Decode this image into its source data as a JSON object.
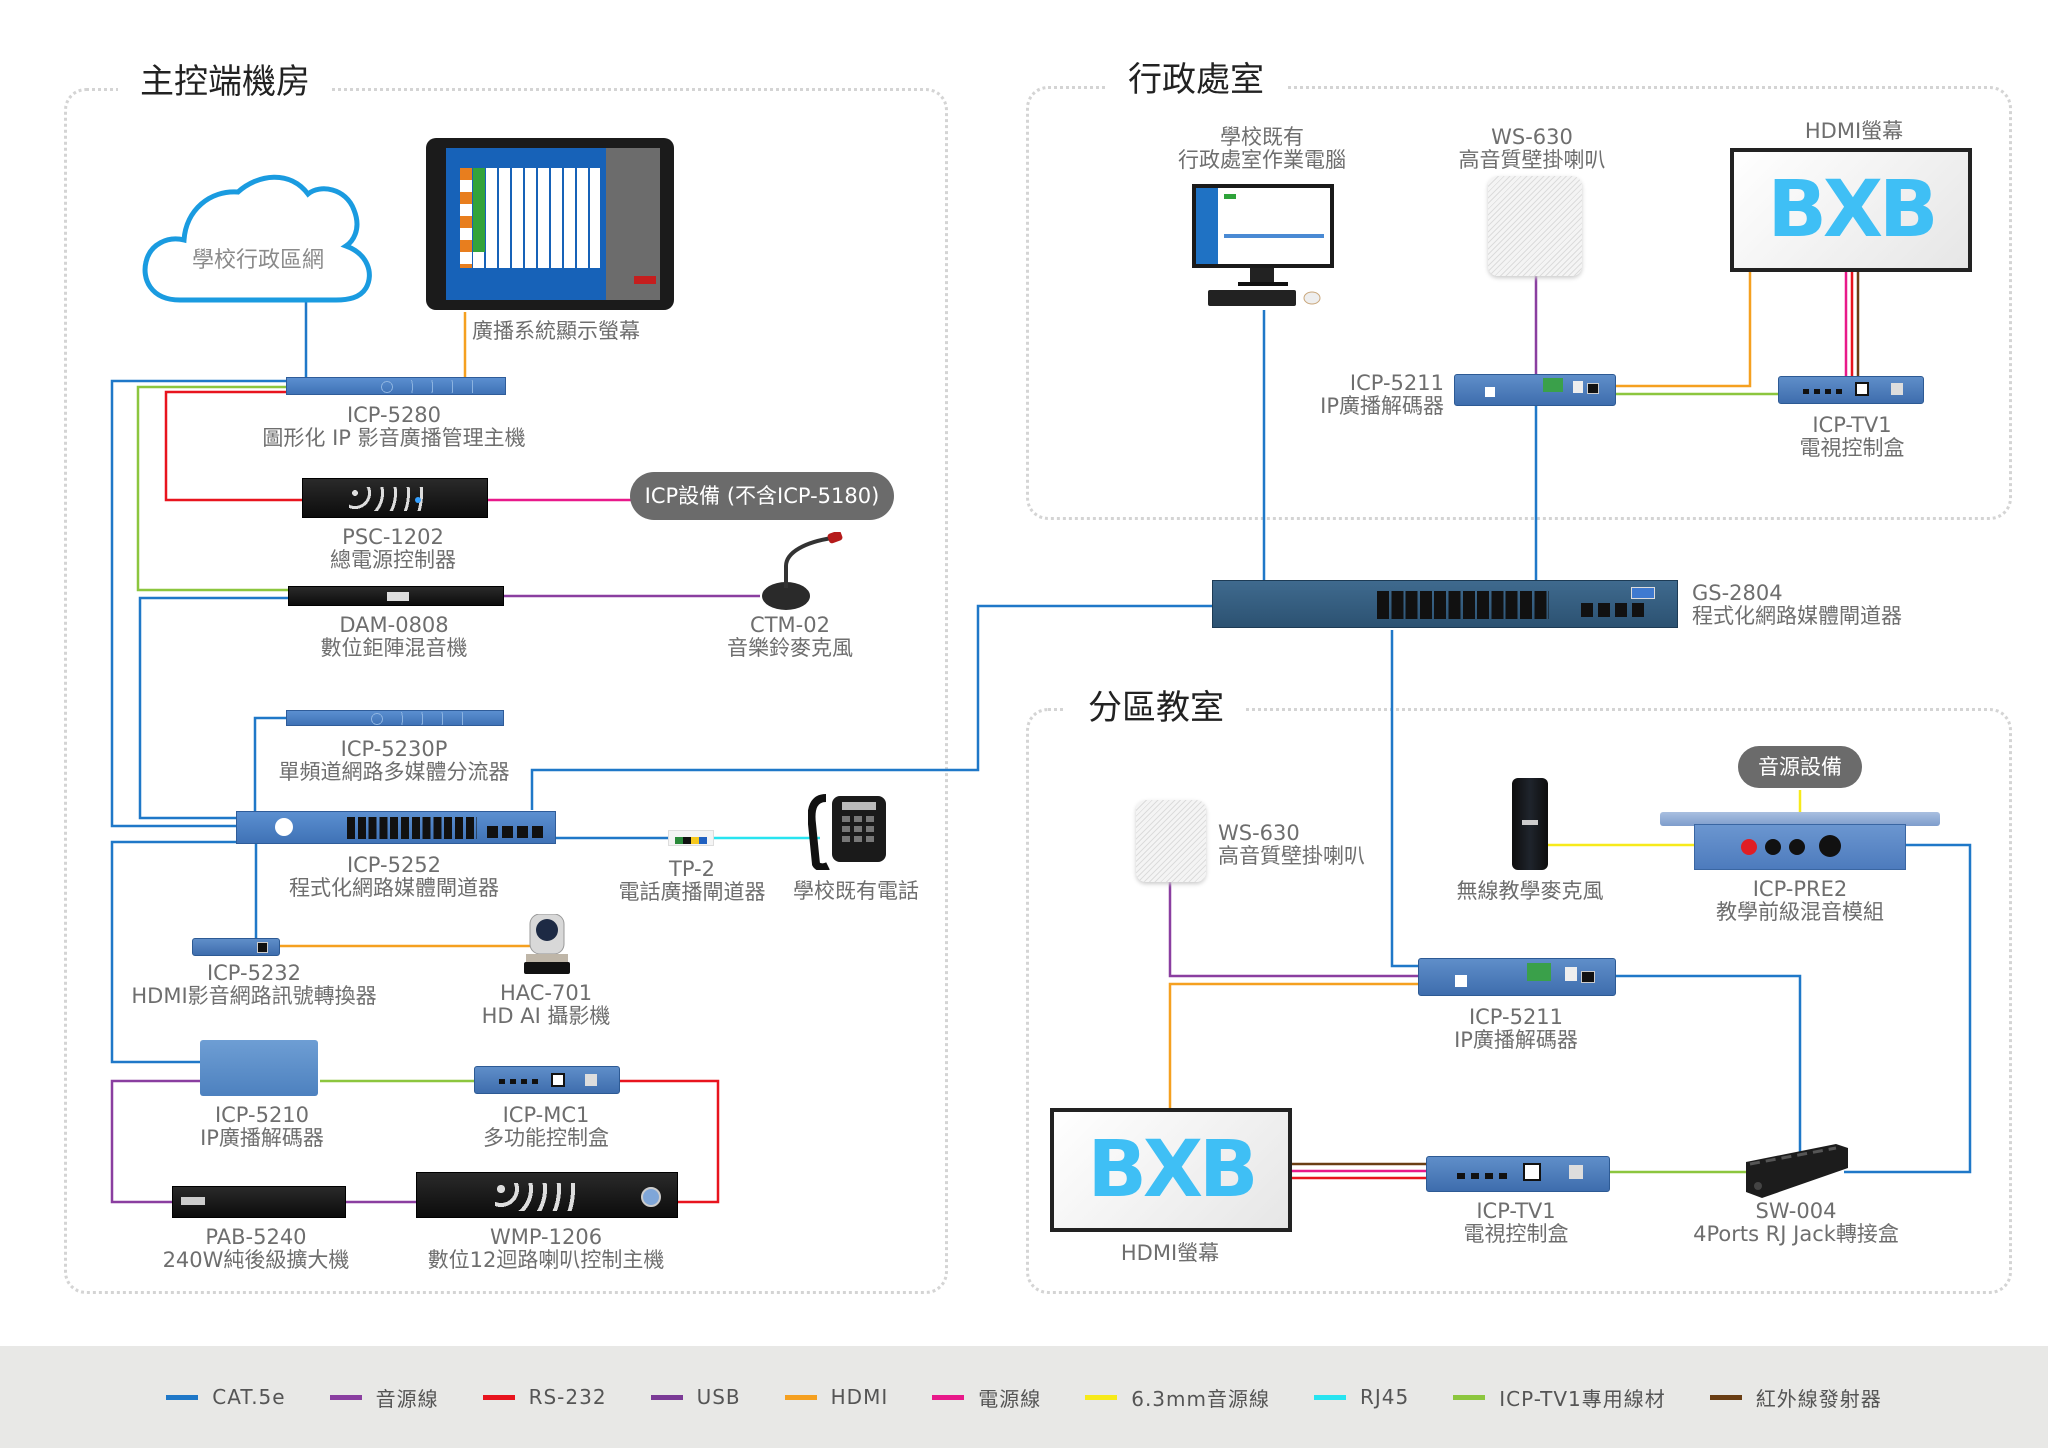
{
  "zones": {
    "control_room": {
      "title": "主控端機房"
    },
    "admin_office": {
      "title": "行政處室"
    },
    "classroom": {
      "title": "分區教室"
    }
  },
  "control_room": {
    "cloud": {
      "label": "學校行政區網"
    },
    "display": {
      "label": "廣播系統顯示螢幕"
    },
    "icp5280": {
      "model": "ICP-5280",
      "desc": "圖形化 IP 影音廣播管理主機"
    },
    "psc1202": {
      "model": "PSC-1202",
      "desc": "總電源控制器"
    },
    "icp_equipment": {
      "label": "ICP設備 (不含ICP-5180)"
    },
    "dam0808": {
      "model": "DAM-0808",
      "desc": "數位鉅陣混音機"
    },
    "ctm02": {
      "model": "CTM-02",
      "desc": "音樂鈴麥克風"
    },
    "icp5230p": {
      "model": "ICP-5230P",
      "desc": "單頻道網路多媒體分流器"
    },
    "icp5252": {
      "model": "ICP-5252",
      "desc": "程式化網路媒體閘道器"
    },
    "tp2": {
      "model": "TP-2",
      "desc": "電話廣播閘道器"
    },
    "phone": {
      "label": "學校既有電話"
    },
    "icp5232": {
      "model": "ICP-5232",
      "desc": "HDMI影音網路訊號轉換器"
    },
    "hac701": {
      "model": "HAC-701",
      "desc": "HD AI 攝影機"
    },
    "icp5210": {
      "model": "ICP-5210",
      "desc": "IP廣播解碼器"
    },
    "icpmc1": {
      "model": "ICP-MC1",
      "desc": "多功能控制盒"
    },
    "pab5240": {
      "model": "PAB-5240",
      "desc": "240W純後級擴大機"
    },
    "wmp1206": {
      "model": "WMP-1206",
      "desc": "數位12迴路喇叭控制主機"
    }
  },
  "admin_office": {
    "pc": {
      "line1": "學校既有",
      "line2": "行政處室作業電腦"
    },
    "ws630": {
      "model": "WS-630",
      "desc": "高音質壁掛喇叭"
    },
    "hdmi_screen": {
      "label": "HDMI螢幕",
      "logo": "BXB"
    },
    "icp5211": {
      "model": "ICP-5211",
      "desc": "IP廣播解碼器"
    },
    "icptv1": {
      "model": "ICP-TV1",
      "desc": "電視控制盒"
    }
  },
  "core": {
    "gs2804": {
      "model": "GS-2804",
      "desc": "程式化網路媒體閘道器"
    }
  },
  "classroom": {
    "ws630": {
      "model": "WS-630",
      "desc": "高音質壁掛喇叭"
    },
    "wireless_mic": {
      "label": "無線教學麥克風"
    },
    "audio_source": {
      "label": "音源設備"
    },
    "icppre2": {
      "model": "ICP-PRE2",
      "desc": "教學前級混音模組"
    },
    "icp5211": {
      "model": "ICP-5211",
      "desc": "IP廣播解碼器"
    },
    "hdmi_screen": {
      "label": "HDMI螢幕",
      "logo": "BXB"
    },
    "icptv1": {
      "model": "ICP-TV1",
      "desc": "電視控制盒"
    },
    "sw004": {
      "model": "SW-004",
      "desc": "4Ports RJ Jack轉接盒"
    }
  },
  "legend": [
    {
      "label": "CAT.5e",
      "color": "#1f78c8"
    },
    {
      "label": "音源線",
      "color": "#8a3ea0"
    },
    {
      "label": "RS-232",
      "color": "#e8141e"
    },
    {
      "label": "USB",
      "color": "#7b3a96"
    },
    {
      "label": "HDMI",
      "color": "#f5a020"
    },
    {
      "label": "電源線",
      "color": "#e8198a"
    },
    {
      "label": "6.3mm音源線",
      "color": "#f7ea1a"
    },
    {
      "label": "RJ45",
      "color": "#28e4f0"
    },
    {
      "label": "ICP-TV1專用線材",
      "color": "#8cc63e"
    },
    {
      "label": "紅外線發射器",
      "color": "#6a3e14"
    }
  ]
}
